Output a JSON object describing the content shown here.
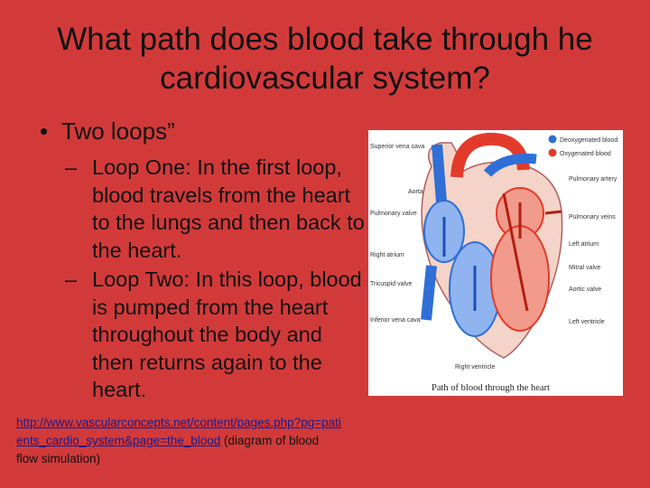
{
  "slide": {
    "title": "What path does blood take through he cardiovascular system?",
    "bullet": "Two loops”",
    "subbullets": [
      "Loop One: In the first loop, blood travels from the heart to the lungs and then back to the heart.",
      "Loop Two: In this loop, blood is pumped from the heart throughout the body and then returns again to the heart."
    ],
    "link_text": "http://www.vascularconcepts.net/content/pages.php?pg=patients_cardio_system&page=the_blood",
    "link_suffix": " (diagram of blood flow simulation)"
  },
  "figure": {
    "caption": "Path of blood through the heart",
    "legend": [
      "Deoxygenated blood",
      "Oxygenated blood"
    ],
    "labels_left": [
      "Superior vena cava",
      "Aorta",
      "Pulmonary valve",
      "Right atrium",
      "Tricuspid valve",
      "Inferior vena cava"
    ],
    "labels_right": [
      "Pulmonary artery",
      "Pulmonary veins",
      "Left atrium",
      "Mitral valve",
      "Aortic valve",
      "Left ventricle"
    ],
    "label_bottom": "Right ventricle",
    "colors": {
      "deoxygenated": "#2f6fd6",
      "oxygenated": "#e23b2b",
      "background": "#d23a3a"
    }
  }
}
